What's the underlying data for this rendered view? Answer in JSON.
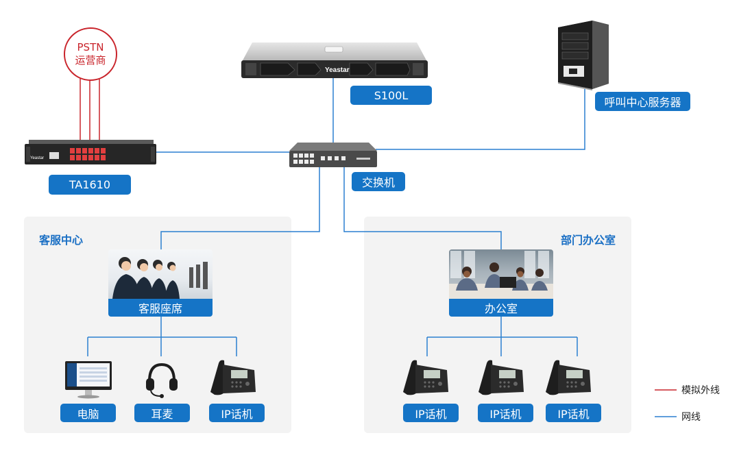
{
  "pstn": {
    "line1": "PSTN",
    "line2": "运营商"
  },
  "devices": {
    "s100l": {
      "label": "S100L",
      "brand": "Yeastar"
    },
    "ta1610": {
      "label": "TA1610",
      "brand": "Yeastar"
    },
    "switch": {
      "label": "交换机"
    },
    "server": {
      "label": "呼叫中心服务器"
    }
  },
  "areas": {
    "service_center": {
      "title": "客服中心",
      "seat_label": "客服座席",
      "endpoints": [
        {
          "label": "电脑",
          "icon": "computer-icon"
        },
        {
          "label": "耳麦",
          "icon": "headset-icon"
        },
        {
          "label": "IP话机",
          "icon": "ip-phone-icon"
        }
      ]
    },
    "department_office": {
      "title": "部门办公室",
      "office_label": "办公室",
      "endpoints": [
        {
          "label": "IP话机",
          "icon": "ip-phone-icon"
        },
        {
          "label": "IP话机",
          "icon": "ip-phone-icon"
        },
        {
          "label": "IP话机",
          "icon": "ip-phone-icon"
        }
      ]
    }
  },
  "legend": {
    "analog": {
      "label": "模拟外线",
      "color": "#c9242b"
    },
    "network": {
      "label": "网线",
      "color": "#2a7fd0"
    }
  }
}
